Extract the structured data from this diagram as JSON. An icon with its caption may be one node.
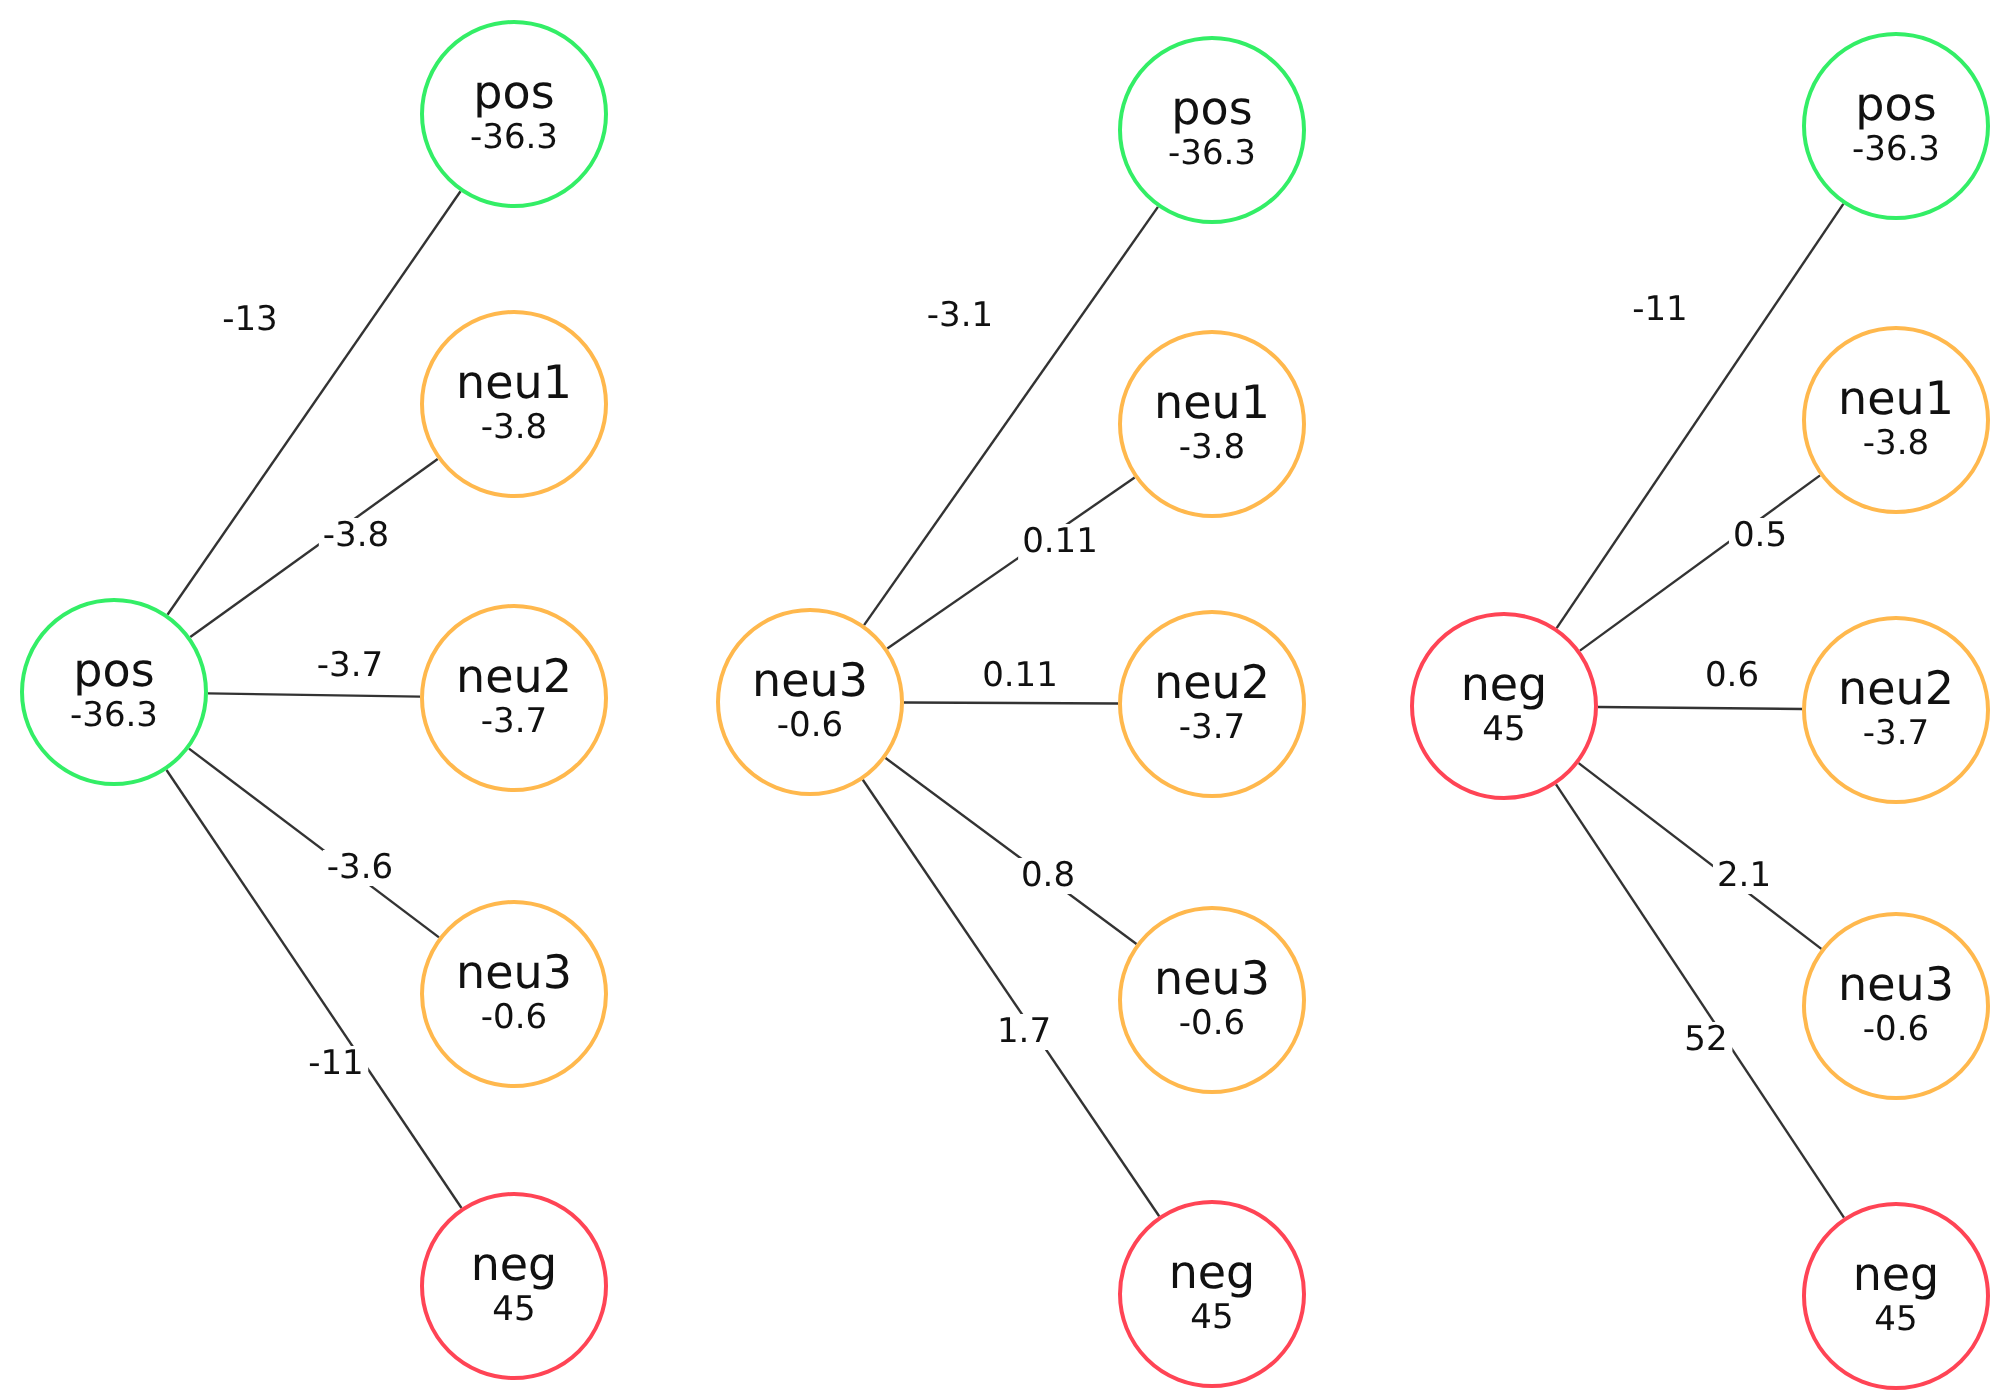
{
  "diagram": {
    "nodes": [
      {
        "text": [
          "pos",
          "-36.3"
        ]
      },
      {
        "text": [
          "pos",
          "-36.3"
        ]
      },
      {
        "text": [
          "neu1",
          "-3.8"
        ]
      },
      {
        "text": [
          "neu2",
          "-3.7"
        ]
      },
      {
        "text": [
          "neu3",
          "-0.6"
        ]
      },
      {
        "text": [
          "neg",
          "45"
        ]
      },
      {
        "text": [
          "neu3",
          "-0.6"
        ]
      },
      {
        "text": [
          "pos",
          "-36.3"
        ]
      },
      {
        "text": [
          "neu1",
          "-3.8"
        ]
      },
      {
        "text": [
          "neu2",
          "-3.7"
        ]
      },
      {
        "text": [
          "neu3",
          "-0.6"
        ]
      },
      {
        "text": [
          "neg",
          "45"
        ]
      },
      {
        "text": [
          "neg",
          "45"
        ]
      },
      {
        "text": [
          "pos",
          "-36.3"
        ]
      },
      {
        "text": [
          "neu1",
          "-3.8"
        ]
      },
      {
        "text": [
          "neu2",
          "-3.7"
        ]
      },
      {
        "text": [
          "neu3",
          "-0.6"
        ]
      },
      {
        "text": [
          "neg",
          "45"
        ]
      }
    ],
    "edges": [
      {
        "from": 0,
        "to": 1,
        "arrow": "none",
        "label": "-13"
      },
      {
        "from": 0,
        "to": 2,
        "arrow": "none",
        "label": "-3.8"
      },
      {
        "from": 0,
        "to": 3,
        "arrow": "none",
        "label": "-3.7"
      },
      {
        "from": 0,
        "to": 4,
        "arrow": "none",
        "label": "-3.6"
      },
      {
        "from": 0,
        "to": 5,
        "arrow": "none",
        "label": "-11"
      },
      {
        "from": 6,
        "to": 7,
        "arrow": "none",
        "label": "-3.1"
      },
      {
        "from": 6,
        "to": 8,
        "arrow": "none",
        "label": "0.11"
      },
      {
        "from": 6,
        "to": 9,
        "arrow": "none",
        "label": "0.11"
      },
      {
        "from": 6,
        "to": 10,
        "arrow": "none",
        "label": "0.8"
      },
      {
        "from": 6,
        "to": 11,
        "arrow": "none",
        "label": "1.7"
      },
      {
        "from": 12,
        "to": 13,
        "arrow": "none",
        "label": "-11"
      },
      {
        "from": 12,
        "to": 14,
        "arrow": "none",
        "label": "0.5"
      },
      {
        "from": 12,
        "to": 15,
        "arrow": "none",
        "label": "0.6"
      },
      {
        "from": 12,
        "to": 16,
        "arrow": "none",
        "label": "2.1"
      },
      {
        "from": 12,
        "to": 17,
        "arrow": "none",
        "label": "52"
      }
    ]
  }
}
